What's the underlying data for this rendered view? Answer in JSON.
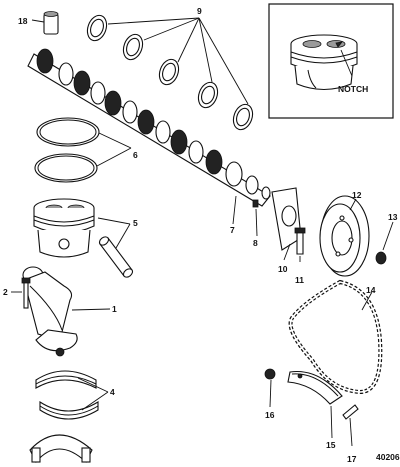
{
  "figure_code": "40206",
  "inset": {
    "label": "NOTCH"
  },
  "callouts": {
    "c1": "1",
    "c2": "2",
    "c4": "4",
    "c5": "5",
    "c6": "6",
    "c7": "7",
    "c8": "8",
    "c9": "9",
    "c10": "10",
    "c11": "11",
    "c12": "12",
    "c13": "13",
    "c14": "14",
    "c15": "15",
    "c16": "16",
    "c17": "17",
    "c18": "18"
  }
}
